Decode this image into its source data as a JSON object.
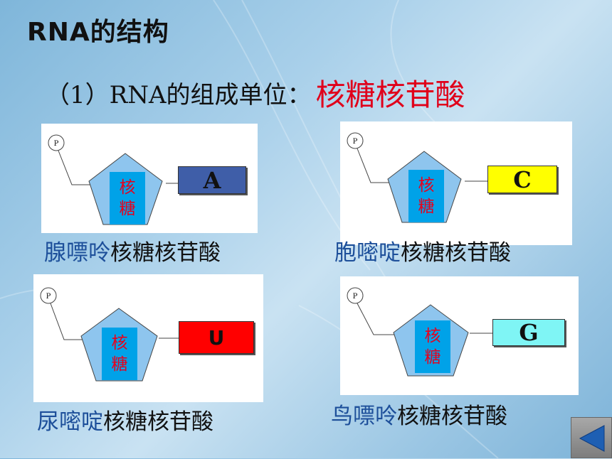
{
  "slide": {
    "title": "RNA的结构",
    "subtitle_prefix": "（1）RNA的组成单位：",
    "subtitle_highlight": "核糖核苷酸"
  },
  "colors": {
    "highlight": "#e0001b",
    "sugar_fill": "#00a2e8",
    "sugar_text": "#e8001c",
    "pentagon_fill": "#8ec5ee",
    "caption_base": "#1d4f9a"
  },
  "nucleotides": [
    {
      "phosphate_label": "P",
      "sugar_label_1": "核",
      "sugar_label_2": "糖",
      "base_letter": "A",
      "base_color": "#3f5ea8",
      "caption_base": "腺嘌呤",
      "caption_rest": "核糖核苷酸"
    },
    {
      "phosphate_label": "P",
      "sugar_label_1": "核",
      "sugar_label_2": "糖",
      "base_letter": "C",
      "base_color": "#ffff00",
      "caption_base": "胞嘧啶",
      "caption_rest": "核糖核苷酸"
    },
    {
      "phosphate_label": "P",
      "sugar_label_1": "核",
      "sugar_label_2": "糖",
      "base_letter": "U",
      "base_color": "#ff0000",
      "caption_base": "尿嘧啶",
      "caption_rest": "核糖核苷酸"
    },
    {
      "phosphate_label": "P",
      "sugar_label_1": "核",
      "sugar_label_2": "糖",
      "base_letter": "G",
      "base_color": "#7ff5f5",
      "caption_base": "鸟嘌呤",
      "caption_rest": "核糖核苷酸"
    }
  ],
  "navigation": {
    "back_icon": "left-triangle-icon"
  }
}
